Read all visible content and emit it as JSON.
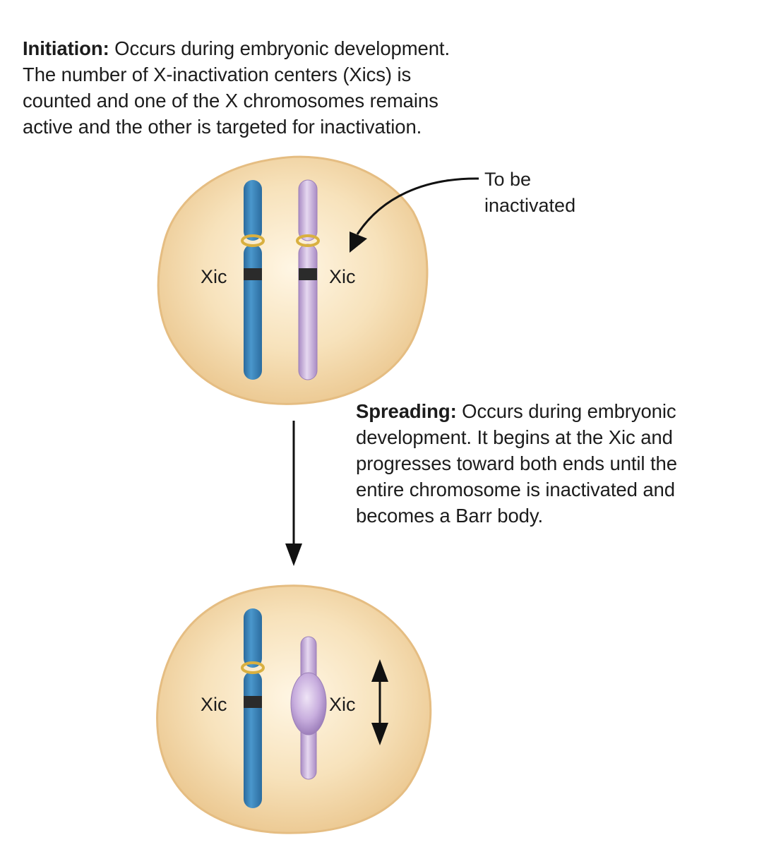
{
  "initiation": {
    "heading": "Initiation:",
    "lines": [
      " Occurs during embryonic development.",
      "The number of X-inactivation centers (Xics) is",
      "counted and one of the X chromosomes remains",
      "active and the other is targeted for inactivation."
    ]
  },
  "spreading": {
    "heading": "Spreading:",
    "lines": [
      " Occurs during embryonic",
      "development. It begins at the Xic and",
      "progresses toward both ends until the",
      "entire chromosome is inactivated and",
      "becomes a Barr body."
    ]
  },
  "cell1": {
    "label_left": "Xic",
    "label_right": "Xic",
    "callout_line1": "To be",
    "callout_line2": "inactivated"
  },
  "cell2": {
    "label_left": "Xic",
    "label_right": "Xic"
  },
  "colors": {
    "cell_fill": "#f5dcb0",
    "active_chromosome": "#3a82b8",
    "inactive_chromosome": "#c9b2dc",
    "xic_band": "#2b2b2b",
    "centromere": "#d9b040"
  }
}
